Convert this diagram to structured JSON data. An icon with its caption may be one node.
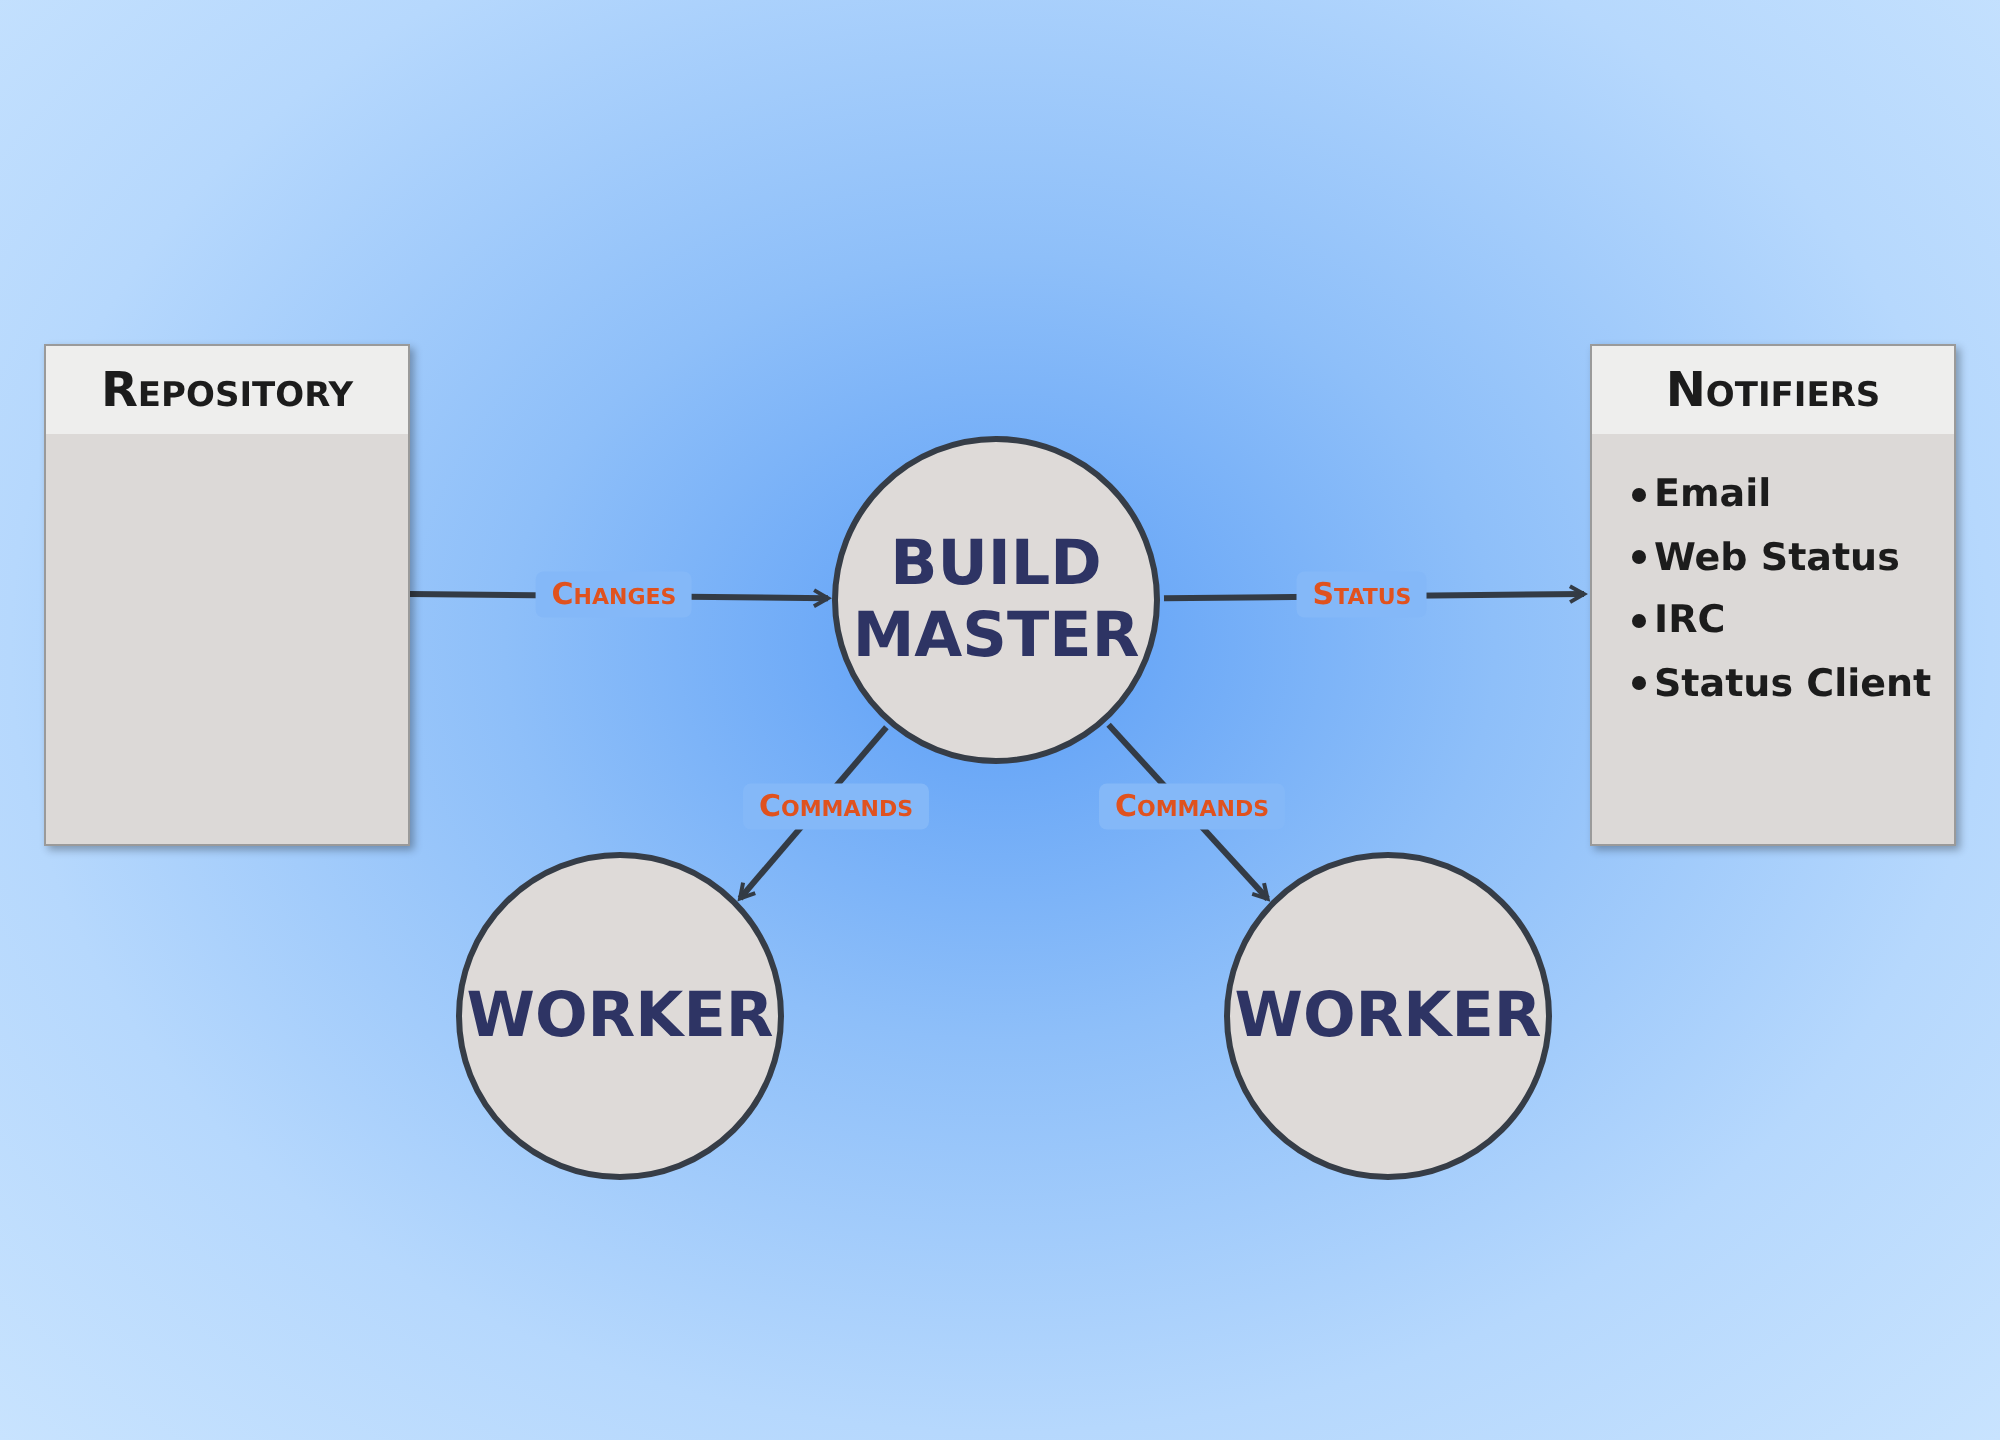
{
  "diagram": {
    "nodes": [
      {
        "text": [
          "Repository"
        ]
      },
      {
        "text": [
          "BUILD MASTER"
        ]
      },
      {
        "text": [
          "Notifiers",
          "Email",
          "Web Status",
          "IRC",
          "Status Client"
        ]
      },
      {
        "text": [
          "WORKER"
        ]
      },
      {
        "text": [
          "WORKER"
        ]
      }
    ],
    "edges": [
      {
        "from": 0,
        "to": 1,
        "arrow": "to",
        "label": "Changes"
      },
      {
        "from": 1,
        "to": 2,
        "arrow": "to",
        "label": "Status"
      },
      {
        "from": 1,
        "to": 3,
        "arrow": "to",
        "label": "Commands"
      },
      {
        "from": 1,
        "to": 4,
        "arrow": "to",
        "label": "Commands"
      }
    ]
  }
}
